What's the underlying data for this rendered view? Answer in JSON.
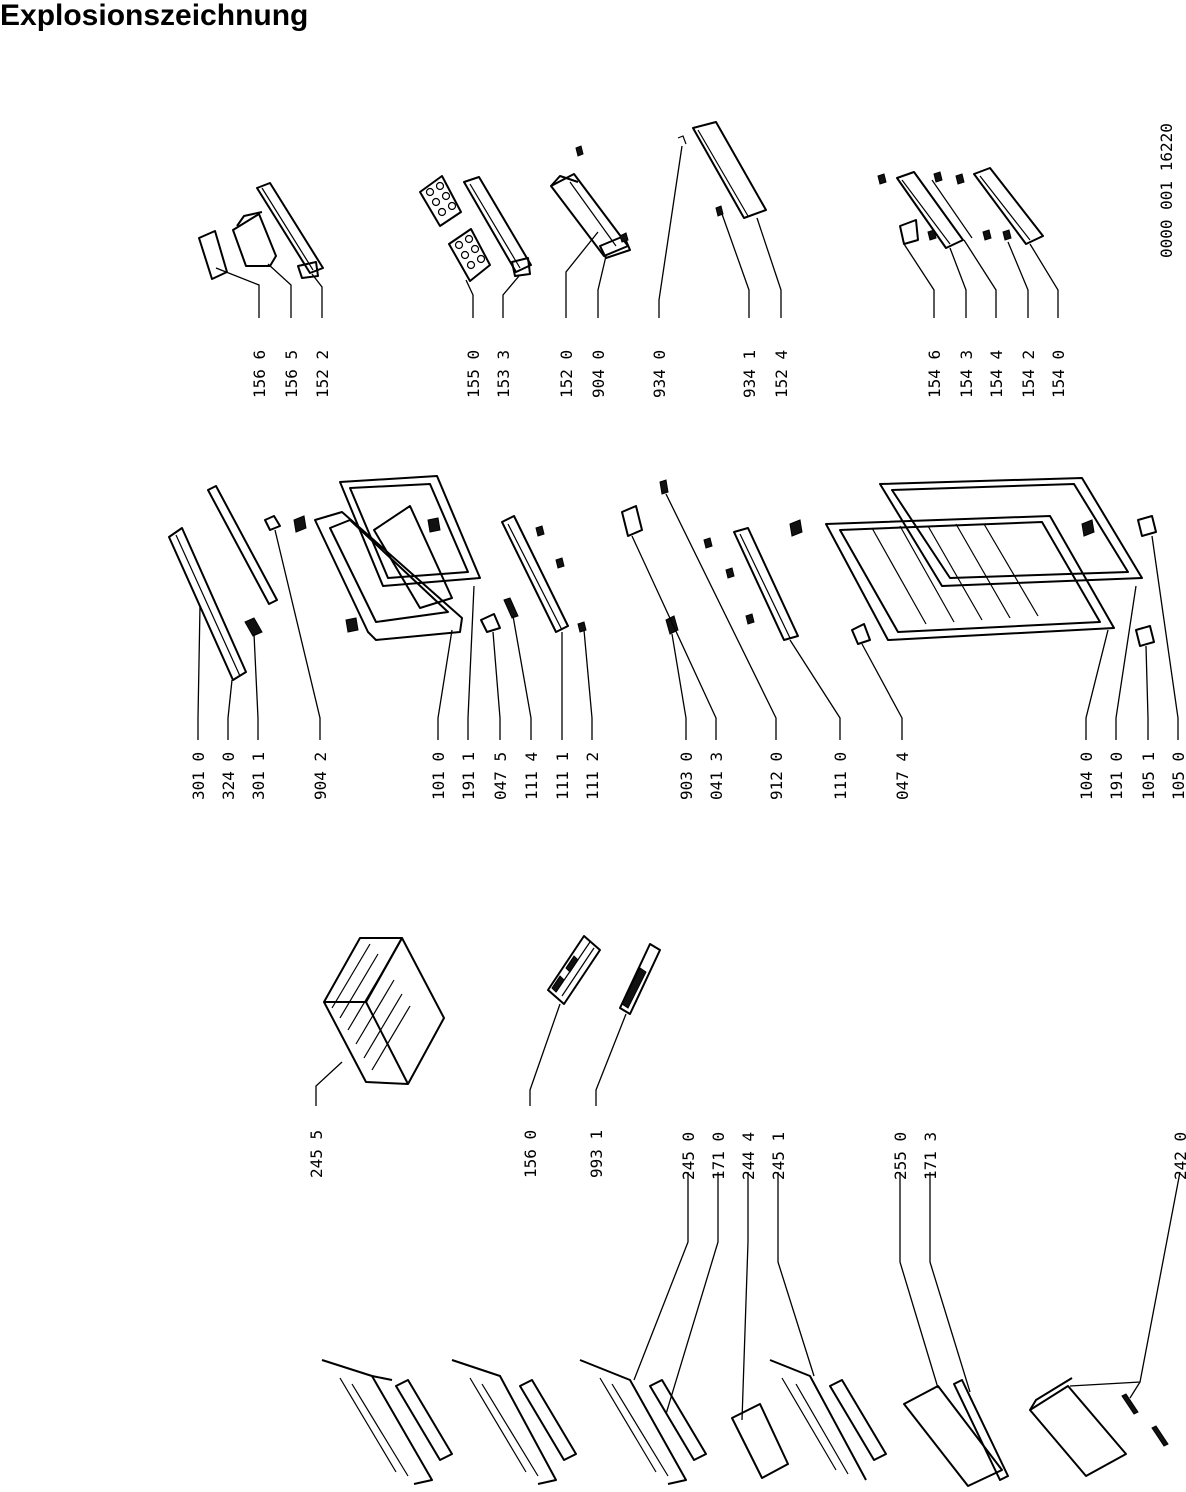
{
  "title": "Explosionszeichnung",
  "drawing_code": "0000 001  16220",
  "part_labels": [
    "156 6",
    "156 5",
    "152 2",
    "155 0",
    "153 3",
    "152 0",
    "904 0",
    "934 0",
    "934 1",
    "152 4",
    "154 6",
    "154 3",
    "154 4",
    "154 2",
    "154 0",
    "301 0",
    "324 0",
    "301 1",
    "904 2",
    "101 0",
    "191 1",
    "047 5",
    "111 4",
    "111 1",
    "111 2",
    "903 0",
    "041 3",
    "912 0",
    "111 0",
    "047 4",
    "104 0",
    "191 0",
    "105 1",
    "105 0",
    "245 5",
    "156 0",
    "993 1",
    "245 0",
    "171 0",
    "244 4",
    "245 1",
    "255 0",
    "171 3",
    "242 0"
  ]
}
